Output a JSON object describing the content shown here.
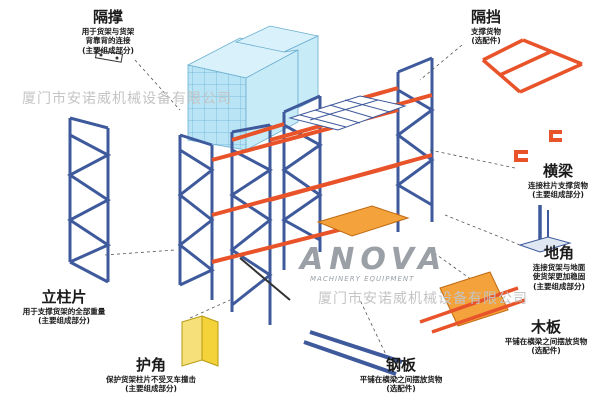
{
  "colors": {
    "upright": "#3e5a9c",
    "beam": "#e8532a",
    "cartons": "#a8ddf2",
    "wood": "#f4a23b",
    "guard": "#f3d23a"
  },
  "watermarks": {
    "top": "厦门市安诺威机械设备有限公司",
    "bottom": "厦门市安诺威机械设备有限公司"
  },
  "brand": {
    "logo": "ANOVA",
    "tagline": "MACHINERY EQUIPMENT"
  },
  "labels": {
    "spacer": {
      "title": "隔撑",
      "lines": [
        "用于货架与货架",
        "背靠背的连接",
        "(主要组成部分)"
      ]
    },
    "divider": {
      "title": "隔挡",
      "lines": [
        "支撑货物",
        "(选配件)"
      ]
    },
    "beam": {
      "title": "横梁",
      "lines": [
        "连接柱片支撑货物",
        "(主要组成部分)"
      ]
    },
    "baseplate": {
      "title": "地角",
      "lines": [
        "连接货架与地面",
        "使货架更加稳固",
        "(主要组成部分)"
      ]
    },
    "upright": {
      "title": "立柱片",
      "lines": [
        "用于支撑货架的全部重量",
        "(主要组成部分)"
      ]
    },
    "wood_board": {
      "title": "木板",
      "lines": [
        "平铺在横梁之间摆放货物",
        "(选配件)"
      ]
    },
    "steel_board": {
      "title": "钢板",
      "lines": [
        "平铺在横梁之间摆放货物",
        "(选配件)"
      ]
    },
    "guard": {
      "title": "护角",
      "lines": [
        "保护货架柱片不受叉车撞击",
        "(主要组成部分)"
      ]
    }
  }
}
